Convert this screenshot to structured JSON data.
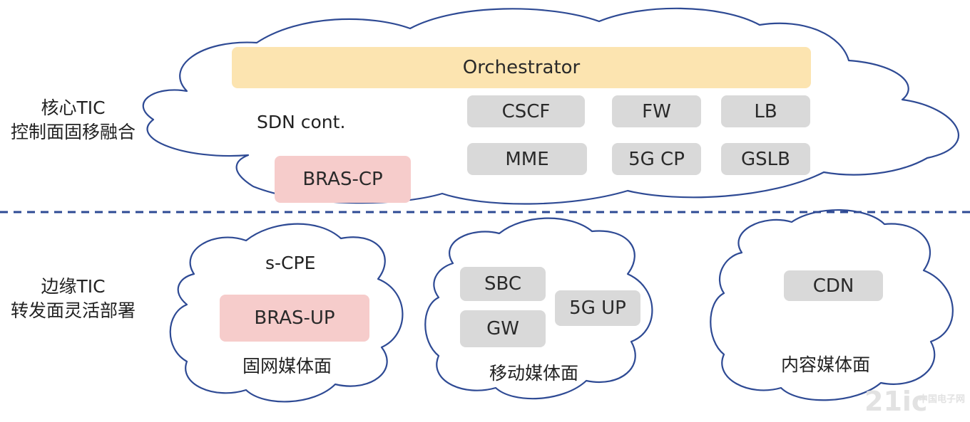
{
  "core": {
    "label_line1": "核心TIC",
    "label_line2": "控制面固移融合",
    "orchestrator": "Orchestrator",
    "sdn": "SDN cont.",
    "bras_cp": "BRAS-CP",
    "cscf": "CSCF",
    "fw": "FW",
    "lb": "LB",
    "mme": "MME",
    "cp5g": "5G CP",
    "gslb": "GSLB"
  },
  "edge": {
    "label_line1": "边缘TIC",
    "label_line2": "转发面灵活部署",
    "fixed": {
      "scpe": "s-CPE",
      "bras_up": "BRAS-UP",
      "caption": "固网媒体面"
    },
    "mobile": {
      "sbc": "SBC",
      "gw": "GW",
      "up5g": "5G UP",
      "caption": "移动媒体面"
    },
    "content": {
      "cdn": "CDN",
      "caption": "内容媒体面"
    }
  },
  "watermark": {
    "main": "21ic",
    "sub": "中国电子网"
  },
  "colors": {
    "cloud_stroke": "#2e4a94",
    "divider": "#2e4a94",
    "gray_box": "#d9d9d9",
    "pink_box": "#f6cccb",
    "orchestrator_box": "#fce4b0"
  }
}
